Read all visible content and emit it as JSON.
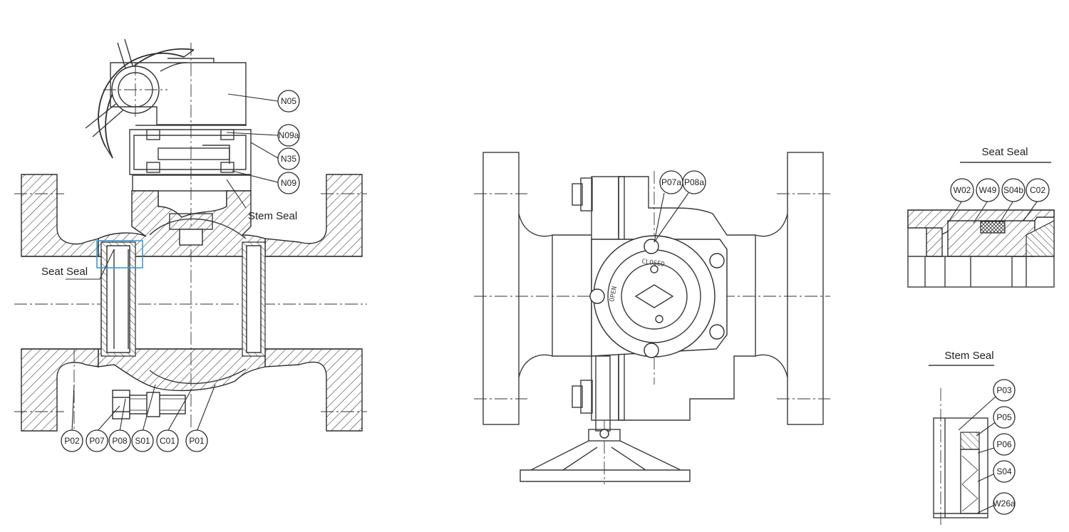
{
  "views": {
    "section": {
      "balloons": [
        "N05",
        "N09a",
        "N35",
        "N09",
        "P02",
        "P07",
        "P08",
        "S01",
        "C01",
        "P01"
      ],
      "labels": {
        "stem_seal": "Stem Seal",
        "seat_seal": "Seat Seal"
      }
    },
    "front": {
      "balloons": [
        "P07a",
        "P08a"
      ],
      "dial": {
        "closed": "CLOSED",
        "open": "OPEN"
      }
    },
    "seat_detail": {
      "title": "Seat Seal",
      "balloons": [
        "W02",
        "W49",
        "S04b",
        "C02"
      ]
    },
    "stem_detail": {
      "title": "Stem Seal",
      "balloons": [
        "P03",
        "P05",
        "P06",
        "S04",
        "W26a"
      ]
    }
  },
  "colors": {
    "line": "#2e2e2e",
    "detail_highlight": "#3a9ad6",
    "background": "#ffffff"
  }
}
